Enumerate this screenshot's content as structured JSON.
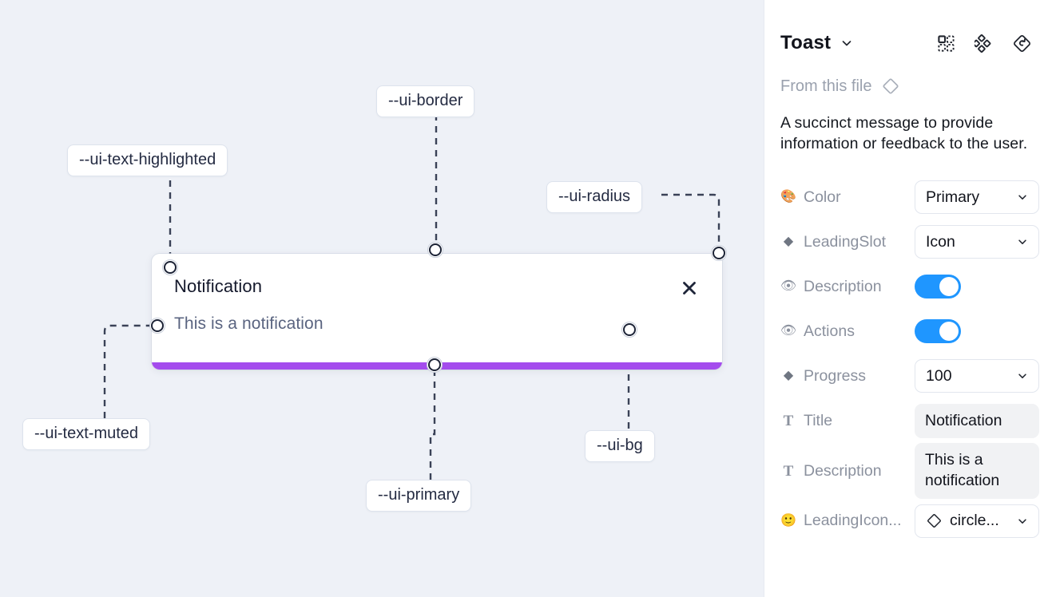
{
  "canvas": {
    "background_color": "#eef1f7",
    "toast": {
      "title": "Notification",
      "description": "This is a notification",
      "close_icon": "close-x-icon",
      "progress_color": "#a44ced",
      "background_color": "#ffffff"
    },
    "annotations": [
      {
        "id": "ui-text-highlighted",
        "label": "--ui-text-highlighted"
      },
      {
        "id": "ui-border",
        "label": "--ui-border"
      },
      {
        "id": "ui-radius",
        "label": "--ui-radius"
      },
      {
        "id": "ui-text-muted",
        "label": "--ui-text-muted"
      },
      {
        "id": "ui-primary",
        "label": "--ui-primary"
      },
      {
        "id": "ui-bg",
        "label": "--ui-bg"
      }
    ]
  },
  "panel": {
    "title": "Toast",
    "title_chevron_icon": "chevron-down-icon",
    "header_icons": [
      {
        "name": "component-grid-icon"
      },
      {
        "name": "variants-cluster-icon"
      },
      {
        "name": "reset-instance-icon"
      }
    ],
    "from_file": {
      "label": "From this file",
      "icon": "diamond-outline-icon"
    },
    "description": "A succinct message to provide information or feedback to the user.",
    "properties": [
      {
        "name": "Color",
        "icon": "palette-emoji-icon",
        "icon_glyph": "🎨",
        "icon_kind": "emoji",
        "control": "select",
        "value": "Primary"
      },
      {
        "name": "LeadingSlot",
        "icon": "diamond-filled-icon",
        "icon_glyph": "◆",
        "icon_kind": "glyph",
        "control": "select",
        "value": "Icon"
      },
      {
        "name": "Description",
        "icon": "eye-emoji-icon",
        "icon_glyph": "👁",
        "icon_kind": "emoji",
        "control": "toggle",
        "value": "on",
        "toggle_color": "#1f96ff"
      },
      {
        "name": "Actions",
        "icon": "eye-emoji-icon",
        "icon_glyph": "👁",
        "icon_kind": "emoji",
        "control": "toggle",
        "value": "on",
        "toggle_color": "#1f96ff"
      },
      {
        "name": "Progress",
        "icon": "diamond-filled-icon",
        "icon_glyph": "◆",
        "icon_kind": "glyph",
        "control": "select",
        "value": "100"
      },
      {
        "name": "Title",
        "icon": "text-t-icon",
        "icon_glyph": "T",
        "icon_kind": "tglyph",
        "control": "textbox",
        "value": "Notification"
      },
      {
        "name": "Description",
        "icon": "text-t-icon",
        "icon_glyph": "T",
        "icon_kind": "tglyph",
        "control": "textbox",
        "value": "This is a notification"
      },
      {
        "name": "LeadingIcon...",
        "icon": "smiley-emoji-icon",
        "icon_glyph": "🙂",
        "icon_kind": "emoji",
        "control": "select-with-icon",
        "lead_icon": "diamond-outline-icon",
        "value": "circle..."
      }
    ]
  }
}
